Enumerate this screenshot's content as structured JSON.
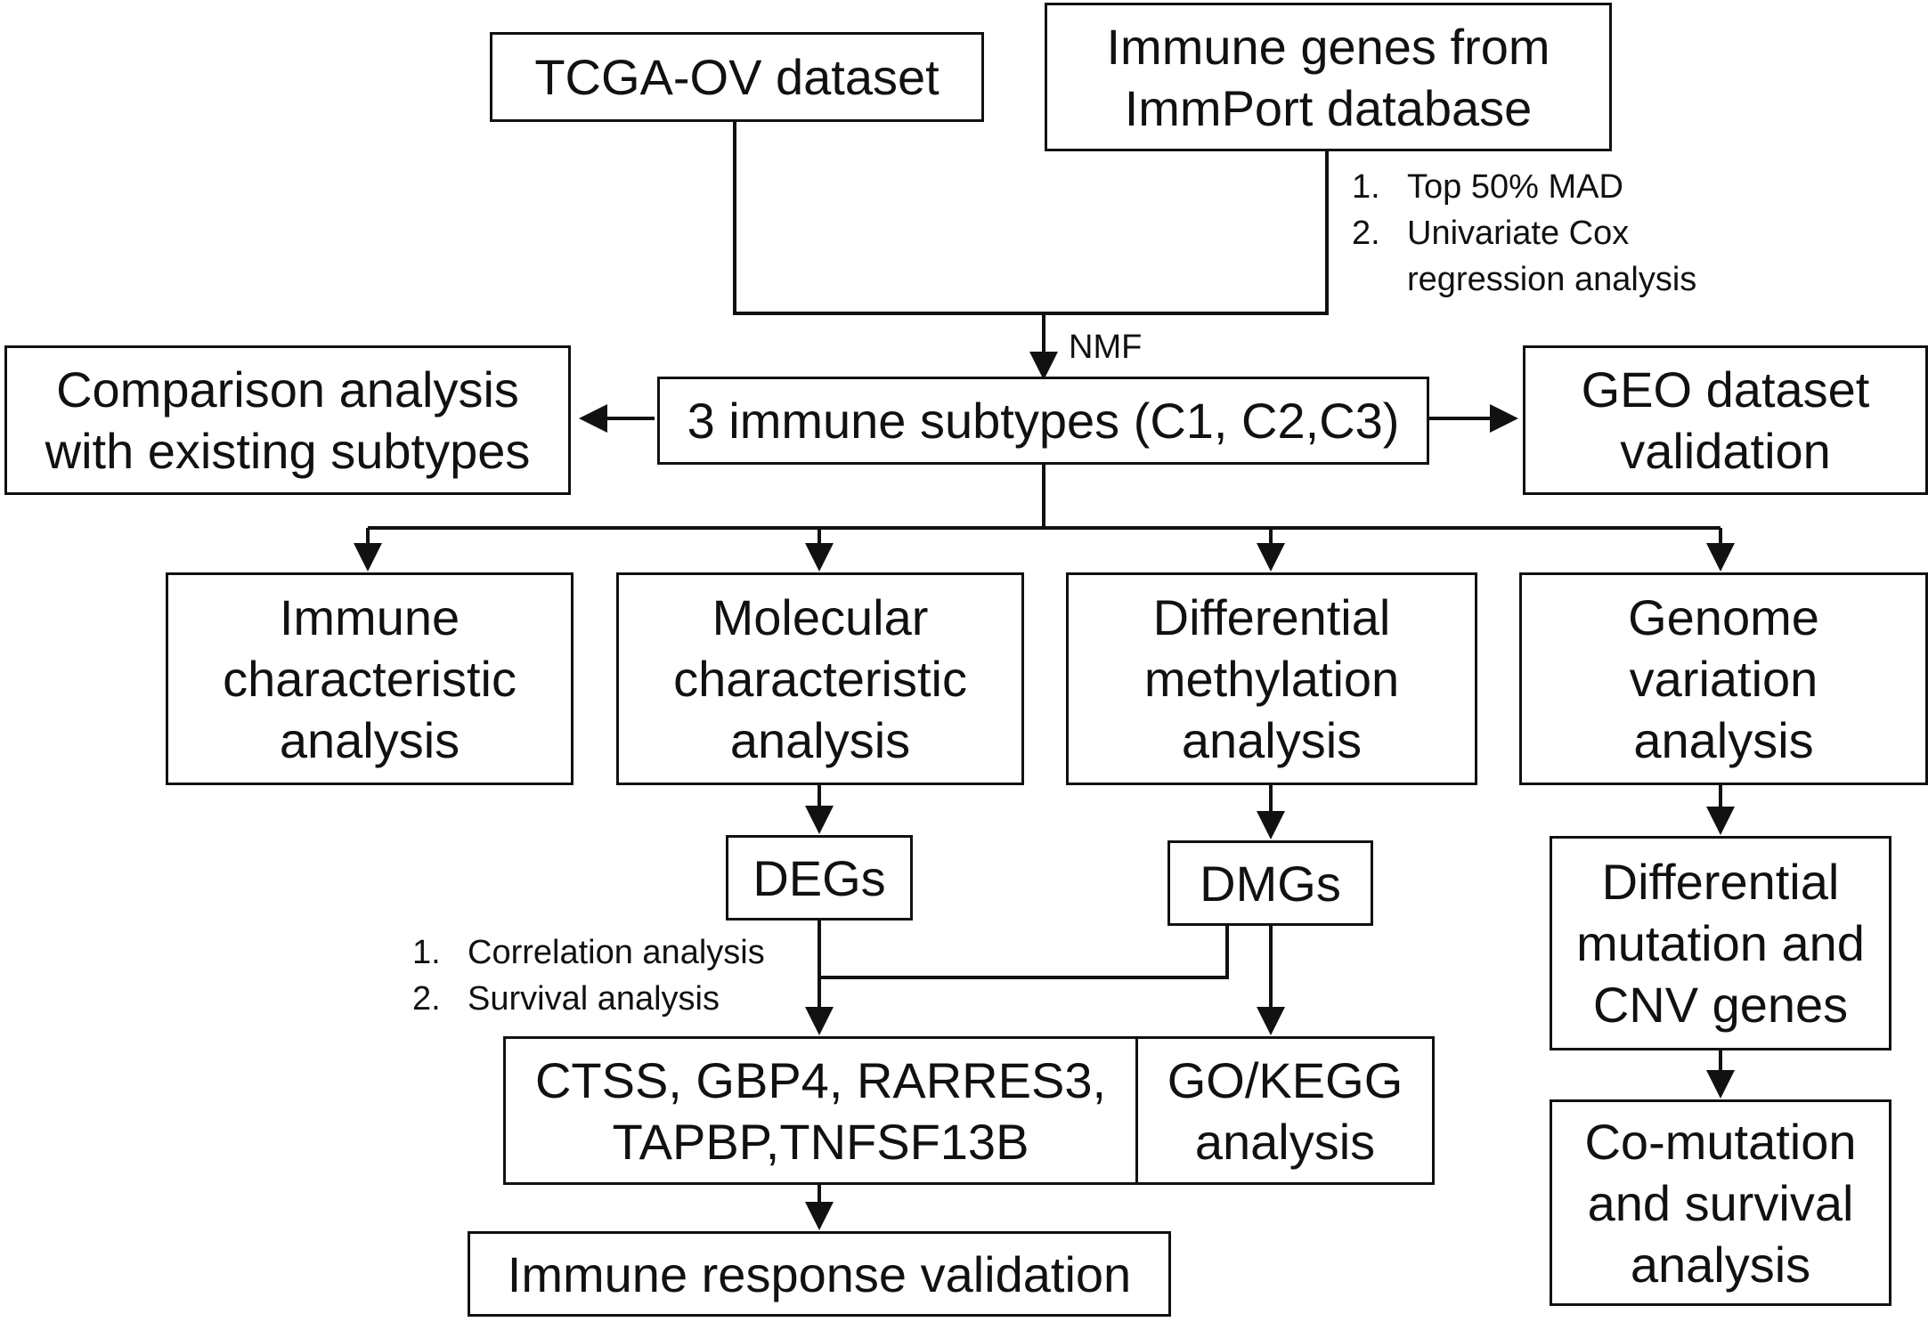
{
  "boxes": {
    "tcga": "TCGA-OV dataset",
    "immport": "Immune genes from\nImmPort database",
    "comparison": "Comparison analysis\nwith existing subtypes",
    "subtypes": "3 immune subtypes (C1, C2,C3)",
    "geo": "GEO dataset\nvalidation",
    "immune_char": "Immune\ncharacteristic\nanalysis",
    "molecular_char": "Molecular\ncharacteristic\nanalysis",
    "diff_methyl": "Differential\nmethylation\nanalysis",
    "genome_var": "Genome\nvariation\nanalysis",
    "degs": "DEGs",
    "dmgs": "DMGs",
    "diff_mutation": "Differential\nmutation and\nCNV genes",
    "genes": "CTSS, GBP4, RARRES3,\nTAPBP,TNFSF13B",
    "gokegg": "GO/KEGG\nanalysis",
    "comutation": "Co-mutation\nand survival\nanalysis",
    "immune_response": "Immune response validation"
  },
  "notes": {
    "mad": {
      "n1": "1.",
      "t1": "Top 50% MAD",
      "n2": "2.",
      "t2": "Univariate Cox",
      "t3": "regression analysis"
    },
    "corr": {
      "n1": "1.",
      "t1": "Correlation analysis",
      "n2": "2.",
      "t2": "Survival analysis"
    }
  },
  "edge_labels": {
    "nmf": "NMF"
  },
  "colors": {
    "stroke": "#111111",
    "background": "#ffffff"
  }
}
